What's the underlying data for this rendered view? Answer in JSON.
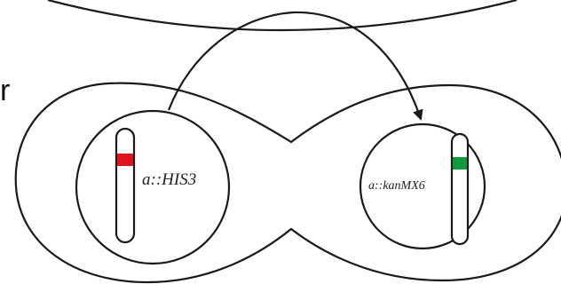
{
  "partial_text": "r",
  "left_cell": {
    "locus_label": "a::HIS3",
    "marker_color": "#e0141e"
  },
  "right_cell": {
    "locus_label": "a::kanMX6",
    "marker_color": "#0a9a3c"
  },
  "colors": {
    "line": "#1a1a1a"
  }
}
